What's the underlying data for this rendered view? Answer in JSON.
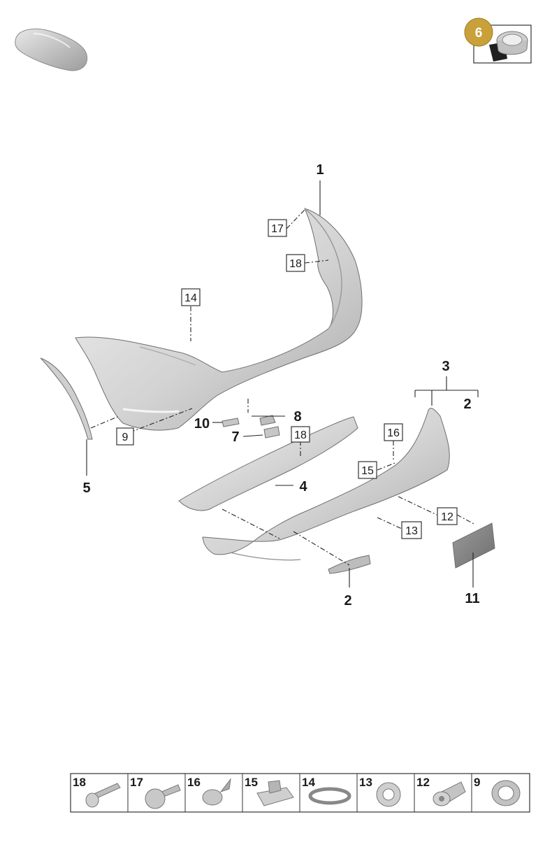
{
  "group_badge": {
    "number": "6"
  },
  "callouts": {
    "c1": "1",
    "c2a": "2",
    "c2b": "2",
    "c3": "3",
    "c4": "4",
    "c5": "5",
    "c7": "7",
    "c8": "8",
    "c9": "9",
    "c10": "10",
    "c11": "11",
    "c12": "12",
    "c13": "13",
    "c14": "14",
    "c15": "15",
    "c16": "16",
    "c17": "17",
    "c18a": "18",
    "c18b": "18"
  },
  "legend": {
    "items": [
      {
        "number": "18",
        "icon": "bolt-icon"
      },
      {
        "number": "17",
        "icon": "flanged-bolt-icon"
      },
      {
        "number": "16",
        "icon": "screw-washer-icon"
      },
      {
        "number": "15",
        "icon": "clip-nut-icon"
      },
      {
        "number": "14",
        "icon": "retainer-ring-icon"
      },
      {
        "number": "13",
        "icon": "toothed-washer-icon"
      },
      {
        "number": "12",
        "icon": "rivet-nut-icon"
      },
      {
        "number": "9",
        "icon": "grommet-icon"
      }
    ]
  },
  "colors": {
    "part_fill": "#d9d9d9",
    "part_shade": "#b7b7b7",
    "badge_gold": "#c9a13a",
    "ink": "#1a1a1a"
  }
}
